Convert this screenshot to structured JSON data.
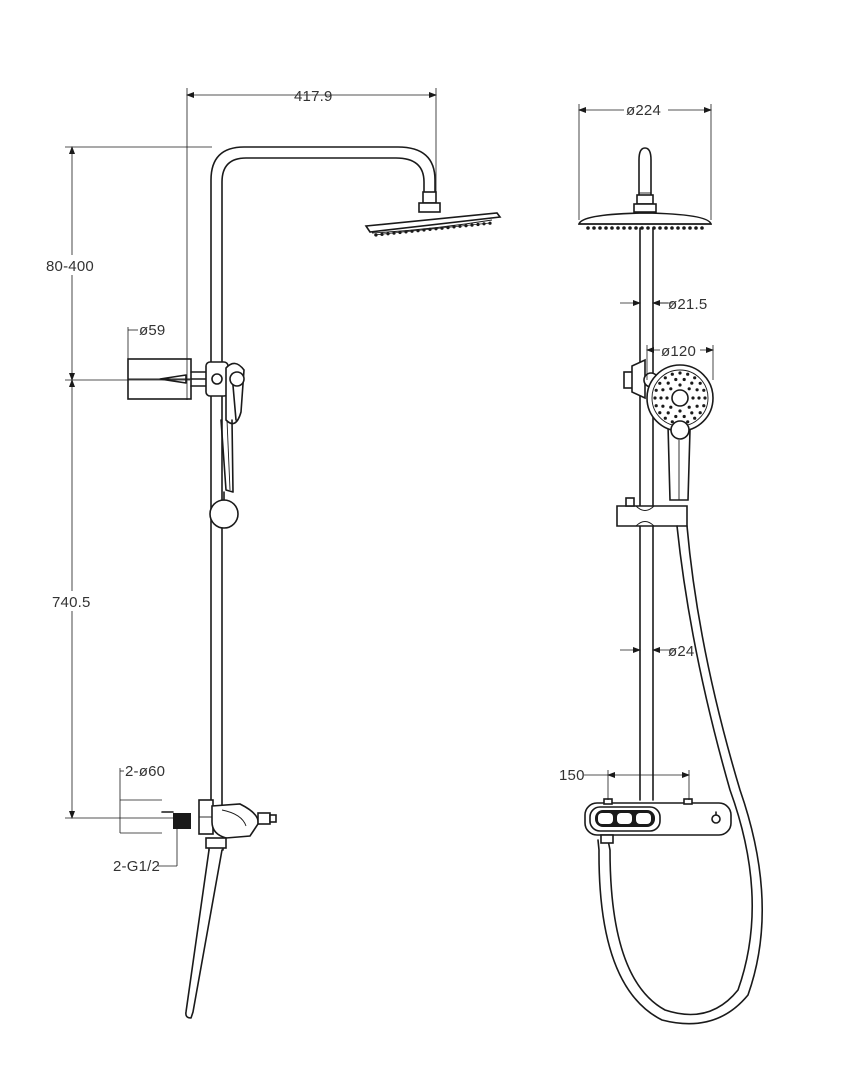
{
  "drawing": {
    "colors": {
      "line": "#1a1a1a",
      "text": "#333333",
      "background": "#ffffff"
    },
    "side_view": {
      "dims": {
        "arm_reach": "417.9",
        "height_adjust": "80-400",
        "bracket_dia": "ø59",
        "rail_length": "740.5",
        "inlet_dia": "2-ø60",
        "inlet_thread": "2-G1/2"
      }
    },
    "front_view": {
      "dims": {
        "head_dia": "ø224",
        "upper_pipe_dia": "ø21.5",
        "hand_shower_dia": "ø120",
        "rail_dia": "ø24",
        "mixer_centers": "150"
      }
    }
  }
}
